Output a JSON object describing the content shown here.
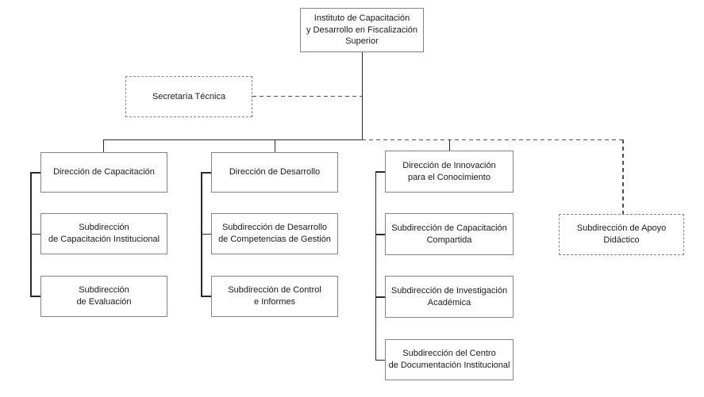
{
  "colors": {
    "background": "#ffffff",
    "box_border": "#848484",
    "box_fill": "#ffffff",
    "text": "#1a1a1a",
    "solid_line": "#2a2a2a",
    "dashed_line": "#4f4f4f"
  },
  "org": {
    "root": {
      "label": "Instituto de Capacitación\ny Desarrollo en Fiscalización\nSuperior"
    },
    "secretaria": {
      "label": "Secretaría Técnica"
    },
    "apoyo": {
      "label": "Subdirección de Apoyo\nDidáctico"
    },
    "columns": [
      {
        "head": {
          "label": "Dirección de Capacitación"
        },
        "children": [
          {
            "label": "Subdirección\nde Capacitación Institucional"
          },
          {
            "label": "Subdirección\nde Evaluación"
          }
        ]
      },
      {
        "head": {
          "label": "Dirección de Desarrollo"
        },
        "children": [
          {
            "label": "Subdirección de Desarrollo\nde Competencias de Gestión"
          },
          {
            "label": "Subdirección de Control\ne Informes"
          }
        ]
      },
      {
        "head": {
          "label": "Dirección de Innovación\npara el Conocimiento"
        },
        "children": [
          {
            "label": "Subdirección de Capacitación\nCompartida"
          },
          {
            "label": "Subdirección de Investigación\nAcadémica"
          },
          {
            "label": "Subdirección del Centro\nde Documentación Institucional"
          }
        ]
      }
    ]
  }
}
